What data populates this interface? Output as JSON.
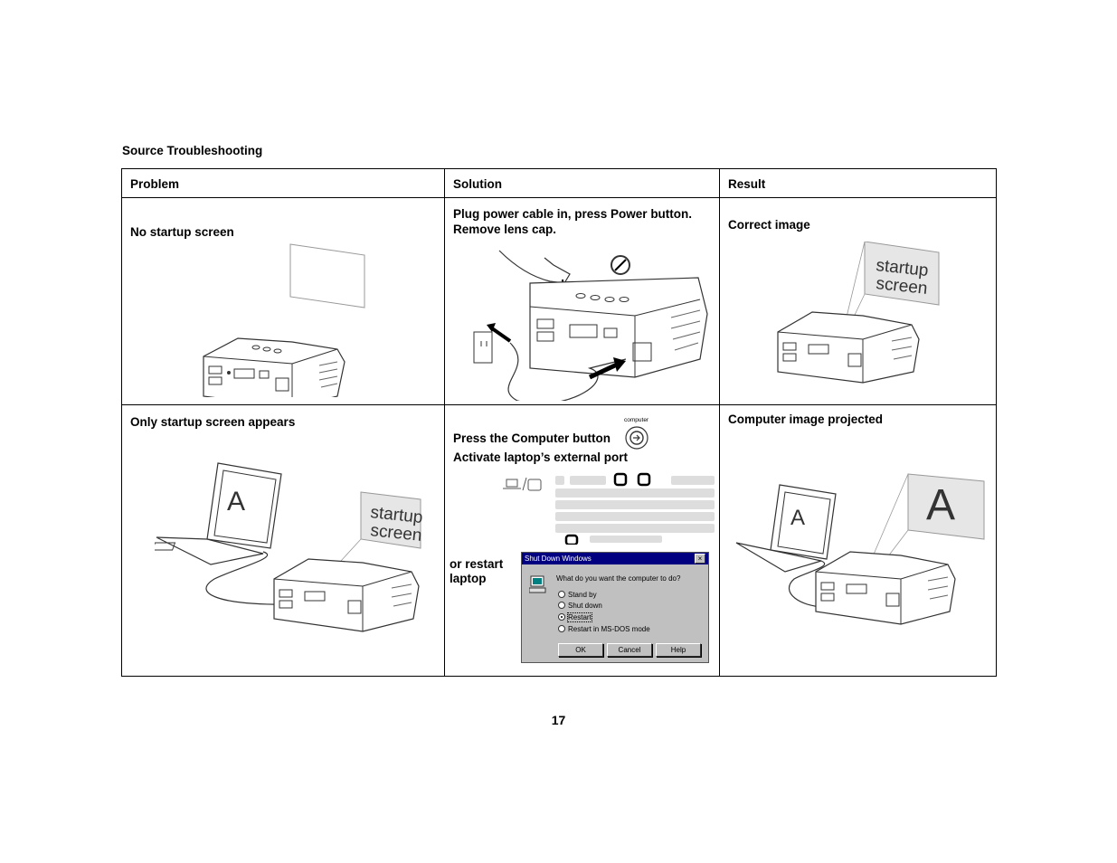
{
  "section_title": "Source Troubleshooting",
  "headers": {
    "problem": "Problem",
    "solution": "Solution",
    "result": "Result"
  },
  "rows": [
    {
      "problem": "No startup screen",
      "solution_line1": "Plug power cable in, press Power button.",
      "solution_line2": "Remove lens cap.",
      "result": "Correct image",
      "result_screen_line1": "startup",
      "result_screen_line2": "screen"
    },
    {
      "problem": "Only startup screen appears",
      "problem_screen_line1": "startup",
      "problem_screen_line2": "screen",
      "laptop_letter": "A",
      "solution_line1": "Press the Computer button",
      "solution_line2": "Activate laptop’s external port",
      "computer_button_label": "computer",
      "or_restart_line1": "or restart",
      "or_restart_line2": "laptop",
      "result": "Computer image projected",
      "result_letter": "A"
    }
  ],
  "dialog": {
    "title": "Shut Down Windows",
    "close": "×",
    "question": "What do you want the computer to do?",
    "options": [
      "Stand by",
      "Shut down",
      "Restart",
      "Restart in MS-DOS mode"
    ],
    "selected": "Restart",
    "ok": "OK",
    "cancel": "Cancel",
    "help": "Help"
  },
  "page_number": "17"
}
